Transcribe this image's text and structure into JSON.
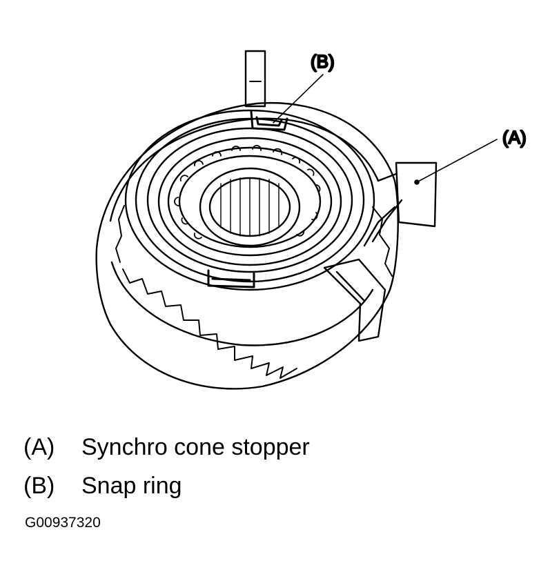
{
  "callouts": {
    "a": "(A)",
    "b": "(B)"
  },
  "legend": [
    {
      "key": "(A)",
      "text": "Synchro cone stopper"
    },
    {
      "key": "(B)",
      "text": "Snap ring"
    }
  ],
  "figure_id": "G00937320"
}
